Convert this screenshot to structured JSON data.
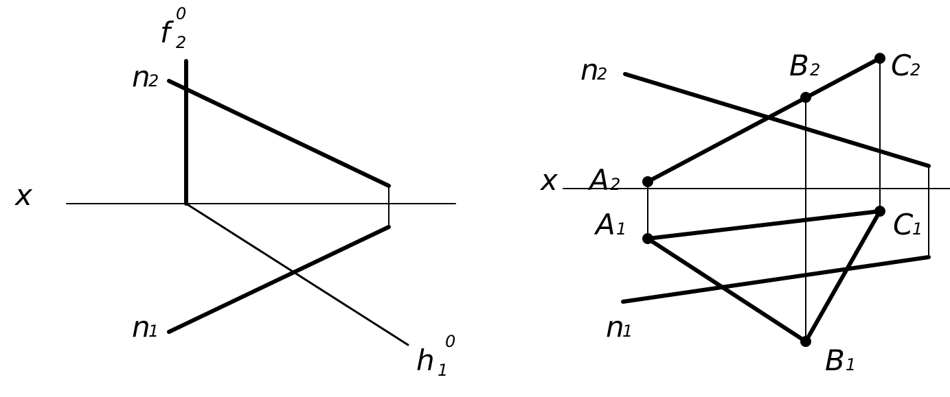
{
  "left": {
    "axis": {
      "label": "x"
    },
    "labels": {
      "f_trace": {
        "main": "f",
        "sub": "2",
        "sup": "0"
      },
      "h_trace": {
        "main": "h",
        "sub": "1",
        "sup": "0"
      },
      "n2": {
        "main": "n",
        "sub": "2"
      },
      "n1": {
        "main": "n",
        "sub": "1"
      }
    }
  },
  "right": {
    "axis": {
      "label": "x"
    },
    "labels": {
      "n2": {
        "main": "n",
        "sub": "2"
      },
      "n1": {
        "main": "n",
        "sub": "1"
      },
      "A2": {
        "main": "A",
        "sub": "2"
      },
      "A1": {
        "main": "A",
        "sub": "1"
      },
      "B2": {
        "main": "B",
        "sub": "2"
      },
      "B1": {
        "main": "B",
        "sub": "1"
      },
      "C2": {
        "main": "C",
        "sub": "2"
      },
      "C1": {
        "main": "C",
        "sub": "1"
      }
    }
  }
}
